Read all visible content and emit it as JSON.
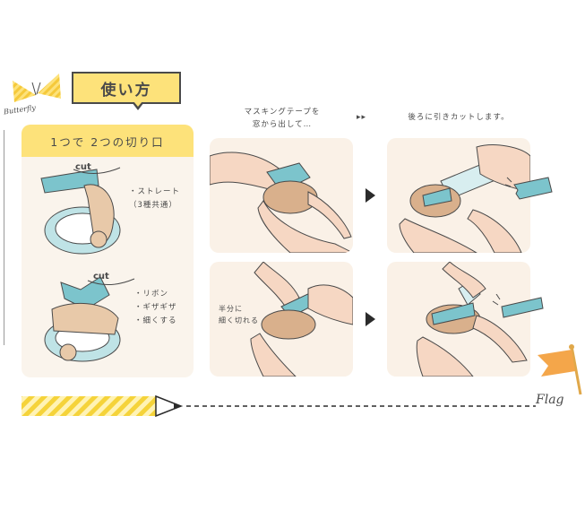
{
  "brand": {
    "logo_text": "Butterfly"
  },
  "title": "使い方",
  "left_panel": {
    "header": "1つで 2つの切り口",
    "cut_label_top": "cut",
    "cut_label_bottom": "cut",
    "features_top": [
      "・ストレート",
      "（3種共通）"
    ],
    "features_bottom": [
      "・リボン",
      "・ギザギザ",
      "・細くする"
    ]
  },
  "steps": {
    "step1_caption": [
      "マスキングテープを",
      "窓から出して…"
    ],
    "connector": "▸▸",
    "step2_caption": "後ろに引きカットします。",
    "half_label": [
      "半分に",
      "細く切れる"
    ]
  },
  "footer": {
    "flag_text": "Flag"
  },
  "colors": {
    "yellow": "#fde27a",
    "tape_blue": "#7cc4cc",
    "panel_bg": "#faf1e7",
    "skin": "#f6d7c3",
    "flag_orange": "#f4a64a"
  },
  "icons": [
    "butterfly-logo-icon",
    "tape-roll-icon",
    "hand-icon",
    "arrow-right-icon",
    "pencil-icon",
    "flag-icon"
  ]
}
